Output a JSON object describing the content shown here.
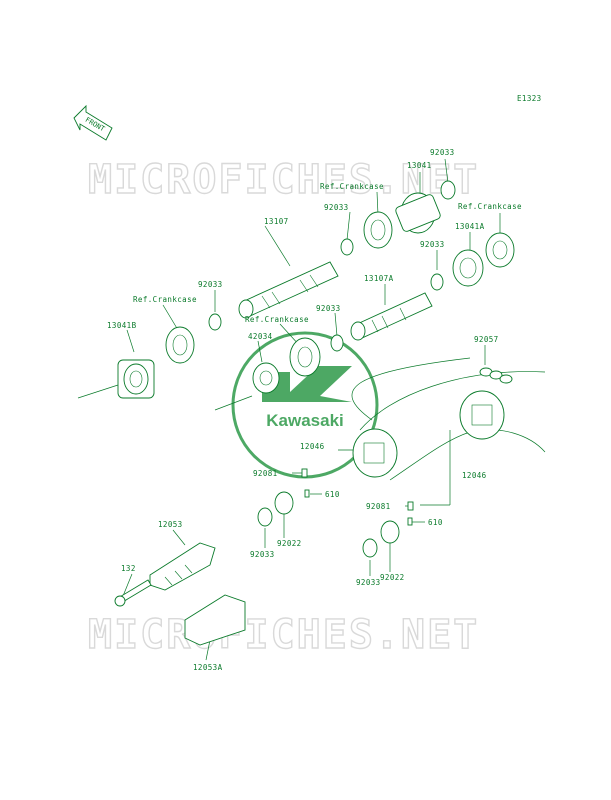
{
  "diagram_code": "E1323",
  "front_label": "FRONT",
  "watermark": "MICROFICHES.NET",
  "logo_text": "Kawasaki",
  "colors": {
    "ink": "#0a7a2a",
    "watermark": "#d9d9d9",
    "logo": "#2e9a4a"
  },
  "labels": {
    "p92033_a": "92033",
    "p13041": "13041",
    "ref_crankcase_a": "Ref.Crankcase",
    "p92033_b": "92033",
    "ref_crankcase_b": "Ref.Crankcase",
    "p13107": "13107",
    "p92033_c": "92033",
    "p13041A": "13041A",
    "p92033_d": "92033",
    "ref_crankcase_c": "Ref.Crankcase",
    "p13107A": "13107A",
    "p92033_e": "92033",
    "ref_crankcase_d": "Ref.Crankcase",
    "p13041B": "13041B",
    "p42034": "42034",
    "p92057": "92057",
    "p12046_a": "12046",
    "p12046_b": "12046",
    "p92081_a": "92081",
    "p610_a": "610",
    "p92081_b": "92081",
    "p610_b": "610",
    "p12053": "12053",
    "p92033_f": "92033",
    "p92022_a": "92022",
    "p92022_b": "92022",
    "p92033_g": "92033",
    "p132": "132",
    "p12053A": "12053A"
  }
}
